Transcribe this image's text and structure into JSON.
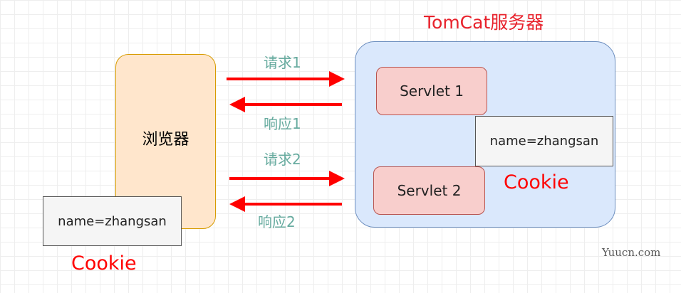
{
  "server": {
    "title": "TomCat服务器",
    "title_color": "#e8212b",
    "fill": "#dae8fc",
    "stroke": "#6c8ebf"
  },
  "browser": {
    "label": "浏览器",
    "fill": "#ffe6cc",
    "stroke": "#d79b00"
  },
  "servlets": [
    {
      "label": "Servlet 1",
      "fill": "#f8cecc"
    },
    {
      "label": "Servlet 2",
      "fill": "#f8cecc"
    }
  ],
  "cookies": {
    "server_box": "name=zhangsan",
    "browser_box": "name=zhangsan",
    "box_fill": "#f5f5f5",
    "server_label": "Cookie",
    "browser_label": "Cookie",
    "label_color": "#ff0000"
  },
  "arrows": {
    "request1": "请求1",
    "response1": "响应1",
    "request2": "请求2",
    "response2": "响应2",
    "label_color": "#67ab9f",
    "arrow_color": "#ff0000"
  },
  "watermark": "Yuucn.com"
}
